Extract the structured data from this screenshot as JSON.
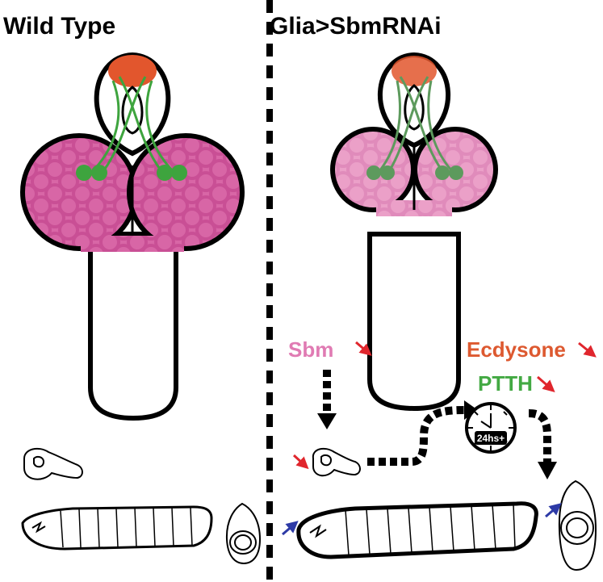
{
  "panels": {
    "left_title": "Wild Type",
    "right_title": "Glia>SbmRNAi"
  },
  "labels": {
    "sbm": "Sbm",
    "ecdysone": "Ecdysone",
    "ptth": "PTTH",
    "clock": "24hs+"
  },
  "colors": {
    "ring_gland": "#e2562d",
    "neuron": "#3ea43e",
    "lobe_wt": "#d866a6",
    "lobe_rnai": "#eba0c8",
    "sbm_text": "#e07bb3",
    "ecdysone_text": "#dd5930",
    "ptth_text": "#43a943",
    "down_arrow_red": "#e0262d",
    "up_arrow_blue": "#2d3aa6"
  }
}
